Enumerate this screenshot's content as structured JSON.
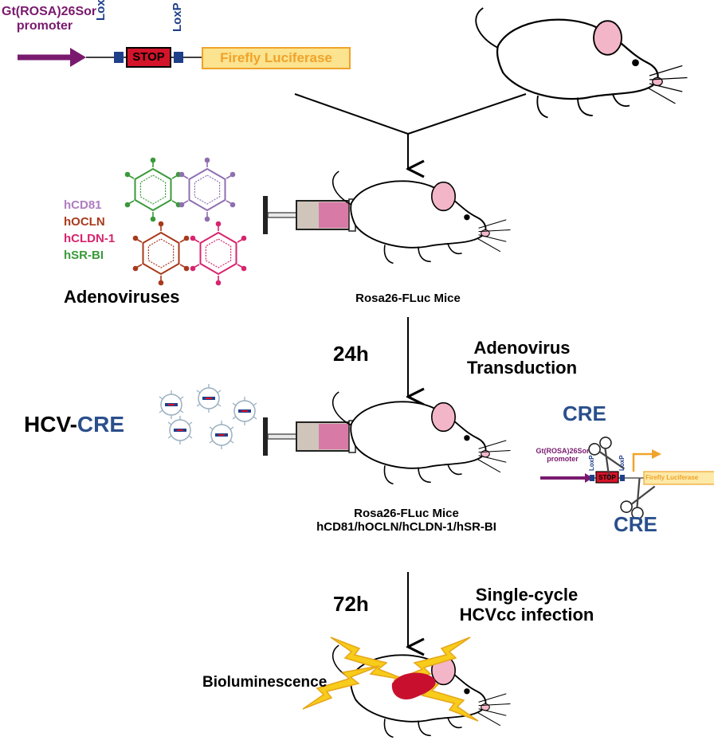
{
  "construct_top": {
    "promoter_line1": "Gt(ROSA)26Sor",
    "promoter_line2": "promoter",
    "loxp_left": "LoxP",
    "loxp_right": "LoxP",
    "stop": "STOP",
    "reporter": "Firefly Luciferase"
  },
  "adenovirus_panel": {
    "receptors": [
      {
        "label": "hCD81",
        "color": "#b07cc0"
      },
      {
        "label": "hOCLN",
        "color": "#a83a1c"
      },
      {
        "label": "hCLDN-1",
        "color": "#d8246e"
      },
      {
        "label": "hSR-BI",
        "color": "#3a9a3a"
      }
    ],
    "title": "Adenoviruses",
    "mice_label": "Rosa26-FLuc  Mice"
  },
  "step1": {
    "time": "24h",
    "line1": "Adenovirus",
    "line2": "Transduction"
  },
  "hcv": {
    "prefix": "HCV-",
    "cre": "CRE"
  },
  "mice2": {
    "line1": "Rosa26-FLuc Mice",
    "line2": "hCD81/hOCLN/hCLDN-1/hSR-BI"
  },
  "construct_small": {
    "cre_top": "CRE",
    "cre_bottom": "CRE",
    "promoter_line1": "Gt(ROSA)26Sor",
    "promoter_line2": "promoter",
    "loxp_left": "LoxP",
    "loxp_right": "LoxP",
    "stop": "STOP",
    "reporter": "Firefly Luciferase"
  },
  "step2": {
    "time": "72h",
    "line1": "Single-cycle",
    "line2": "HCVcc infection"
  },
  "readout": {
    "label": "Bioluminescence"
  },
  "colors": {
    "promoter": "#7a1a6e",
    "loxp": "#1e3f8a",
    "stop_fill": "#d4142a",
    "luciferase_fill": "#fbe38f",
    "luciferase_stroke": "#f0a32a",
    "luciferase_text": "#f0a32a",
    "cre": "#2a4f8c",
    "liver": "#c8102e",
    "bolt": "#f7cc1a",
    "bolt_stroke": "#e6a61a"
  }
}
